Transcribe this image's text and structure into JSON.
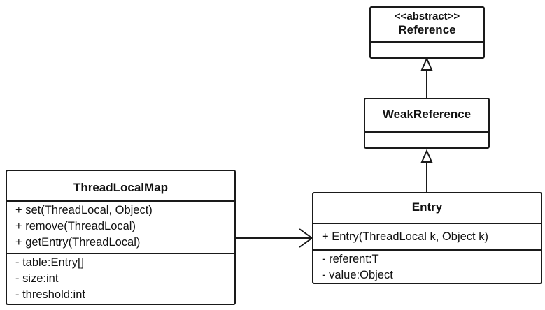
{
  "classes": {
    "reference": {
      "stereotype": "<<abstract>>",
      "name": "Reference"
    },
    "weak_reference": {
      "name": "WeakReference"
    },
    "thread_local_map": {
      "name": "ThreadLocalMap",
      "methods": [
        "+ set(ThreadLocal, Object)",
        "+ remove(ThreadLocal)",
        "+ getEntry(ThreadLocal)"
      ],
      "fields": [
        "- table:Entry[]",
        "- size:int",
        "- threshold:int"
      ]
    },
    "entry": {
      "name": "Entry",
      "methods": [
        "+ Entry(ThreadLocal k, Object k)"
      ],
      "fields": [
        "- referent:T",
        "- value:Object"
      ]
    }
  },
  "relations": [
    {
      "from": "WeakReference",
      "to": "Reference",
      "type": "generalization"
    },
    {
      "from": "Entry",
      "to": "WeakReference",
      "type": "generalization"
    },
    {
      "from": "ThreadLocalMap",
      "to": "Entry",
      "type": "association"
    }
  ]
}
